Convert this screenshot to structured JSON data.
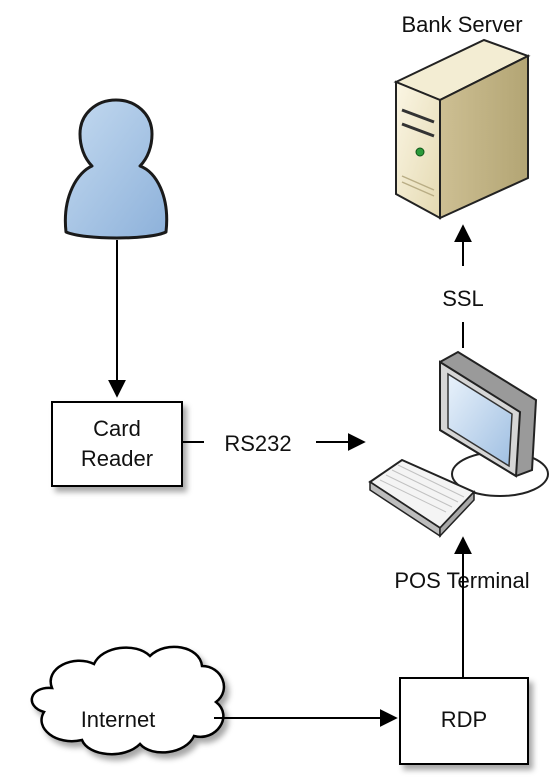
{
  "labels": {
    "bank_server": "Bank Server",
    "ssl": "SSL",
    "card_reader_line1": "Card",
    "card_reader_line2": "Reader",
    "rs232": "RS232",
    "pos_terminal": "POS Terminal",
    "internet": "Internet",
    "rdp": "RDP"
  },
  "icons": {
    "user": "user-icon",
    "server": "server-icon",
    "computer": "computer-icon",
    "cloud": "cloud-icon"
  },
  "colors": {
    "user_fill": "#a9c6e6",
    "server_body": "#efe7c8",
    "monitor_frame": "#d9d9d9",
    "monitor_screen": "#cfe0f2"
  }
}
